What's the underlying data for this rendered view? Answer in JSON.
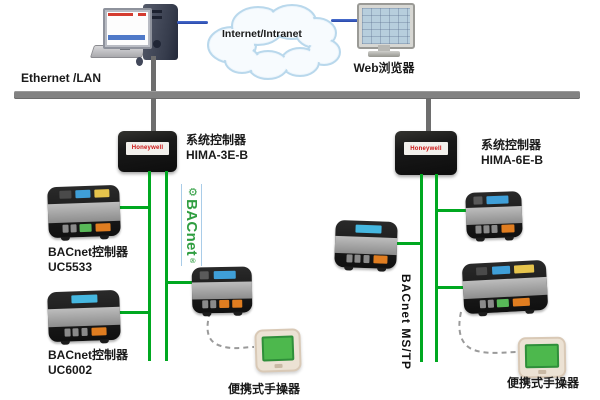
{
  "colors": {
    "green_bus": "#00a820",
    "bar_gray": "#828282",
    "line_gray": "#6e6e6e",
    "blue_link": "#4a6fd0",
    "device_black": "#191919",
    "honeywell_red": "#cc1111",
    "bacnet_green": "#2f9e41",
    "operator_body": "#ece2d4",
    "operator_screen": "#4db84d",
    "text_dark": "#1a1a1a"
  },
  "top": {
    "ethernet_label": "Ethernet /LAN",
    "cloud_label": "Internet/Intranet",
    "web_browser_label": "Web浏览器"
  },
  "left_branch": {
    "controller": {
      "brand": "Honeywell",
      "title": "系统控制器",
      "model": "HIMA-3E-B"
    },
    "bacnet_logo": {
      "gear": "⚙",
      "text": "BACnet",
      "reg": "®"
    },
    "device1": {
      "label1": "BACnet控制器",
      "label2": "UC5533"
    },
    "device2": {
      "label1": "BACnet控制器",
      "label2": "UC6002"
    },
    "operator_label": "便携式手操器"
  },
  "right_branch": {
    "controller": {
      "brand": "Honeywell",
      "title": "系统控制器",
      "model": "HIMA-6E-B"
    },
    "bus_label": "BACnet MS/TP",
    "operator_label": "便携式手操器"
  }
}
